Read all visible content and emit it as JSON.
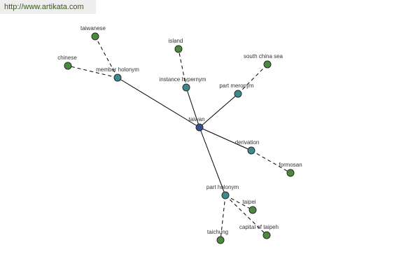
{
  "header": {
    "url": "http://www.artikata.com"
  },
  "graph": {
    "center": {
      "id": "taiwan",
      "label": "taiwan"
    },
    "relations": [
      {
        "id": "member-holonym",
        "label": "member holonym"
      },
      {
        "id": "instance-hypernym",
        "label": "instance hypernym"
      },
      {
        "id": "part-meronym",
        "label": "part meronym"
      },
      {
        "id": "derivation",
        "label": "derivation"
      },
      {
        "id": "part-holonym",
        "label": "part holonym"
      }
    ],
    "terms": [
      {
        "id": "taiwanese",
        "label": "taiwanese",
        "relation": "member-holonym"
      },
      {
        "id": "chinese",
        "label": "chinese",
        "relation": "member-holonym"
      },
      {
        "id": "island",
        "label": "island",
        "relation": "instance-hypernym"
      },
      {
        "id": "south-china-sea",
        "label": "south china sea",
        "relation": "part-meronym"
      },
      {
        "id": "formosan",
        "label": "formosan",
        "relation": "derivation"
      },
      {
        "id": "taipei",
        "label": "taipei",
        "relation": "part-holonym"
      },
      {
        "id": "capital-of-taipeh",
        "label": "capital of taipeh",
        "relation": "part-holonym"
      },
      {
        "id": "taichung",
        "label": "taichung",
        "relation": "part-holonym"
      }
    ]
  },
  "colors": {
    "center_fill": "#334f8c",
    "relation_fill": "#3e8a8a",
    "term_fill": "#4b8a3c",
    "node_stroke": "#2a2a2a",
    "url_text": "#3a5a1e"
  }
}
